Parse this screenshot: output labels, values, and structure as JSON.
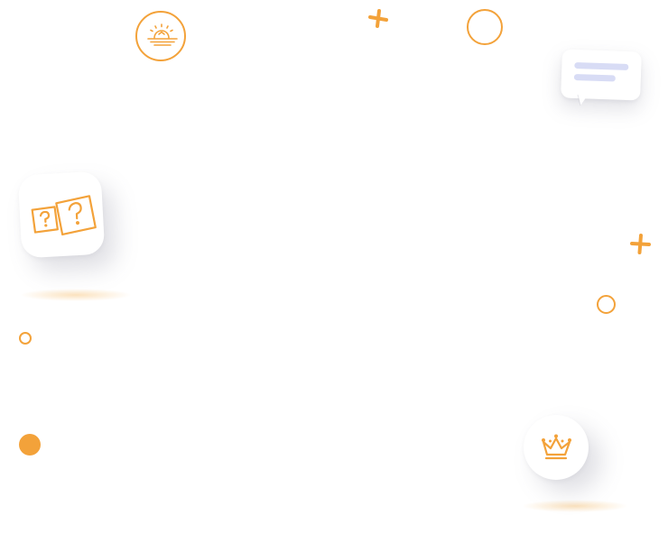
{
  "theme": {
    "accent": "#f3a23a",
    "chat_line_color": "#d8dcf5",
    "background": "#ffffff"
  },
  "decorations": {
    "sun_badge": {
      "icon": "sunrise-icon"
    },
    "chat_card": {
      "icon": "chat-bubble-icon",
      "text_lines": 2
    },
    "dice_card": {
      "icon": "question-dice-icon",
      "glyph": "?"
    },
    "crown_badge": {
      "icon": "crown-icon"
    },
    "plus_marks": [
      "plus-icon",
      "plus-icon"
    ],
    "rings": [
      "ring-large",
      "ring-right",
      "ring-left"
    ],
    "solid_dots": [
      "dot-solid"
    ]
  }
}
